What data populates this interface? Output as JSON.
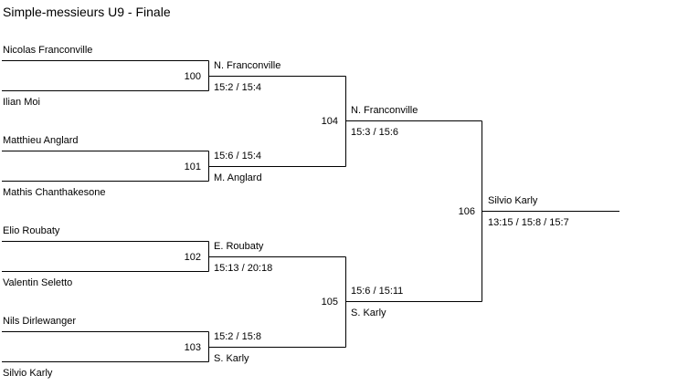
{
  "title": "Simple-messieurs U9 - Finale",
  "players": [
    "Nicolas Franconville",
    "Ilian Moi",
    "Matthieu Anglard",
    "Mathis Chanthakesone",
    "Elio Roubaty",
    "Valentin Seletto",
    "Nils Dirlewanger",
    "Silvio Karly"
  ],
  "matches": {
    "m100": {
      "number": "100",
      "winner": "N. Franconville",
      "score": "15:2 / 15:4"
    },
    "m101": {
      "number": "101",
      "winner": "M. Anglard",
      "score": "15:6 / 15:4"
    },
    "m102": {
      "number": "102",
      "winner": "E. Roubaty",
      "score": "15:13 / 20:18"
    },
    "m103": {
      "number": "103",
      "winner": "S. Karly",
      "score": "15:2 / 15:8"
    },
    "m104": {
      "number": "104",
      "winner": "N. Franconville",
      "score": "15:3 / 15:6"
    },
    "m105": {
      "number": "105",
      "winner": "S. Karly",
      "score": "15:6 / 15:11"
    },
    "m106": {
      "number": "106",
      "winner": "Silvio Karly",
      "score": "13:15 / 15:8 / 15:7"
    }
  }
}
